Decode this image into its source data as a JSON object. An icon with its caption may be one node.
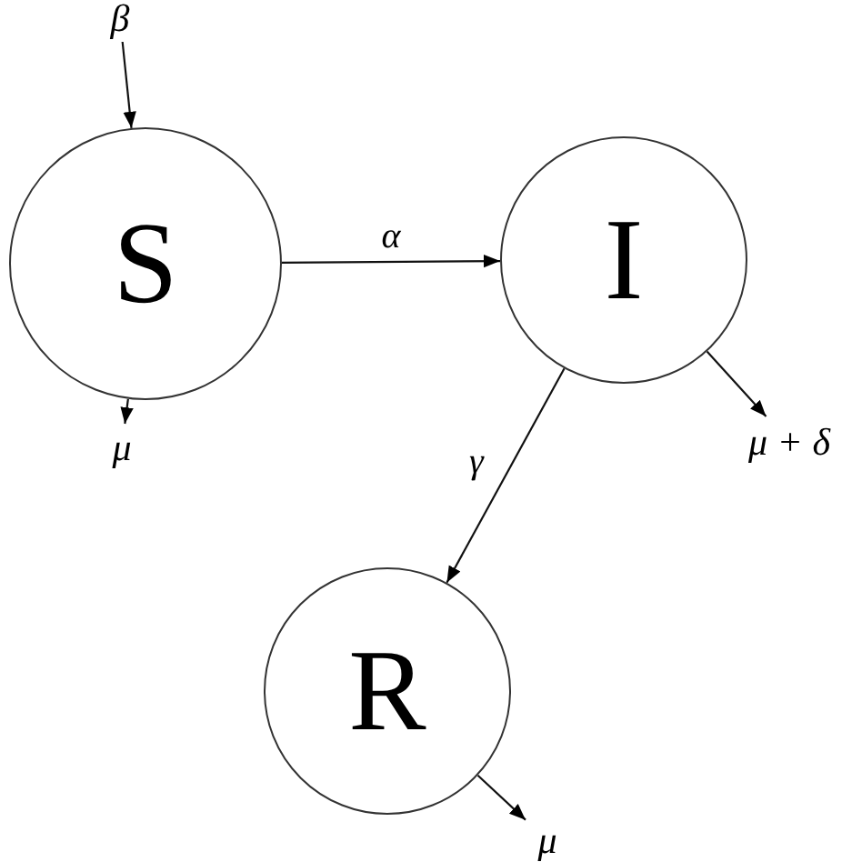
{
  "diagram": {
    "nodes": [
      {
        "text": [
          "S"
        ]
      },
      {
        "text": [
          "I"
        ]
      },
      {
        "text": [
          "R"
        ]
      },
      {
        "text": [
          "β"
        ]
      },
      {
        "text": [
          "μ"
        ]
      },
      {
        "text": [
          "μ + δ"
        ]
      },
      {
        "text": [
          "μ"
        ]
      }
    ],
    "edges": [
      {
        "from": 3,
        "to": 0,
        "arrow": "to"
      },
      {
        "from": 0,
        "to": 1,
        "arrow": "to",
        "label": "α"
      },
      {
        "from": 0,
        "to": 4,
        "arrow": "to"
      },
      {
        "from": 1,
        "to": 2,
        "arrow": "to",
        "label": "γ"
      },
      {
        "from": 1,
        "to": 5,
        "arrow": "to"
      },
      {
        "from": 2,
        "to": 6,
        "arrow": "to"
      }
    ]
  }
}
